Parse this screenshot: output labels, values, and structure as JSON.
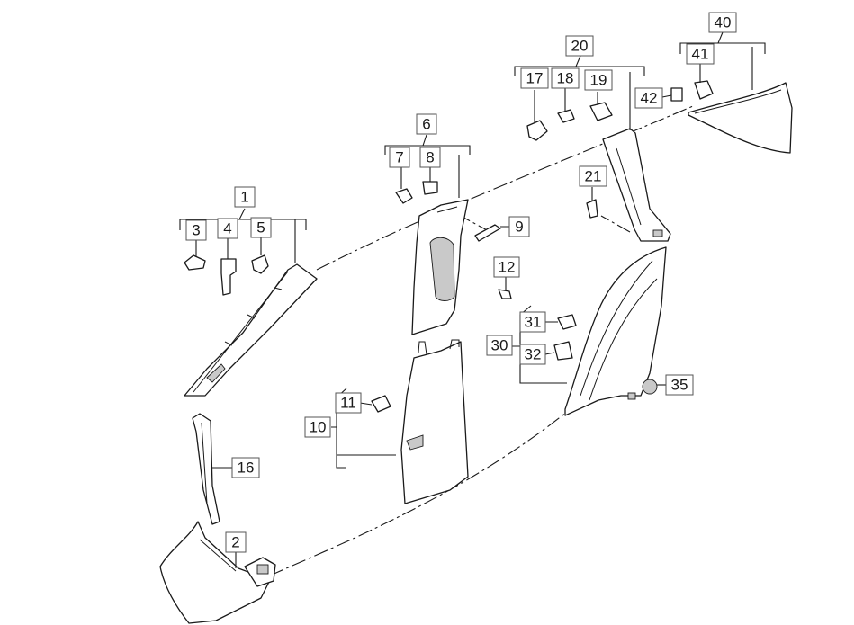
{
  "callouts": {
    "c1": "1",
    "c2": "2",
    "c3": "3",
    "c4": "4",
    "c5": "5",
    "c6": "6",
    "c7": "7",
    "c8": "8",
    "c9": "9",
    "c10": "10",
    "c11": "11",
    "c12": "12",
    "c16": "16",
    "c17": "17",
    "c18": "18",
    "c19": "19",
    "c20": "20",
    "c21": "21",
    "c30": "30",
    "c31": "31",
    "c32": "32",
    "c35": "35",
    "c40": "40",
    "c41": "41",
    "c42": "42"
  }
}
